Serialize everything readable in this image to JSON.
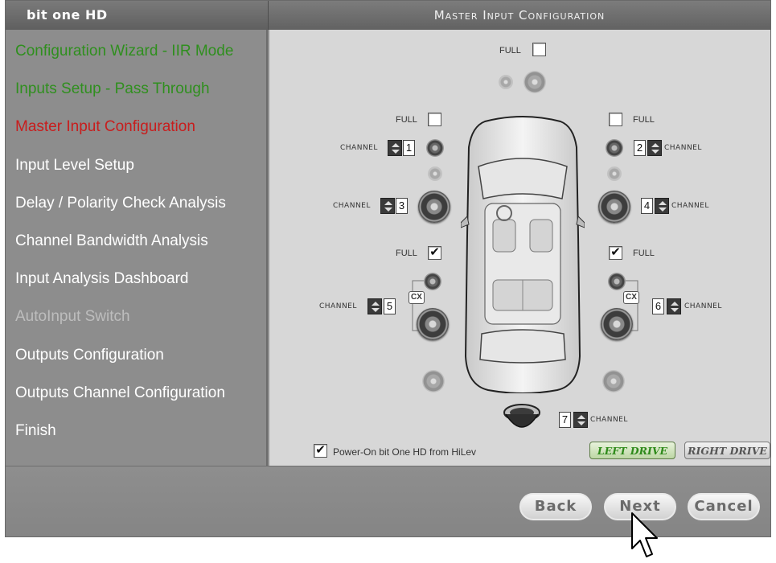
{
  "app": {
    "brand": "bit one HD",
    "title": "Master Input Configuration"
  },
  "sidebar": {
    "items": [
      {
        "label": "Configuration Wizard - IIR Mode",
        "state": "done"
      },
      {
        "label": "Inputs Setup - Pass Through",
        "state": "done"
      },
      {
        "label": "Master Input Configuration",
        "state": "current"
      },
      {
        "label": "Input Level Setup",
        "state": "normal"
      },
      {
        "label": "Delay / Polarity Check Analysis",
        "state": "normal"
      },
      {
        "label": "Channel Bandwidth Analysis",
        "state": "normal"
      },
      {
        "label": "Input Analysis Dashboard",
        "state": "normal"
      },
      {
        "label": "AutoInput Switch",
        "state": "disabled"
      },
      {
        "label": "Outputs Configuration",
        "state": "normal"
      },
      {
        "label": "Outputs Channel Configuration",
        "state": "normal"
      },
      {
        "label": "Finish",
        "state": "normal"
      }
    ]
  },
  "config": {
    "full_label": "FULL",
    "channel_label": "CHANNEL",
    "cx_label": "CX",
    "center_full_checked": false,
    "front_left_full_checked": false,
    "front_right_full_checked": false,
    "rear_left_full_checked": true,
    "rear_right_full_checked": true,
    "channels": {
      "ch1": "1",
      "ch2": "2",
      "ch3": "3",
      "ch4": "4",
      "ch5": "5",
      "ch6": "6",
      "ch7": "7"
    },
    "checkmark": "✔",
    "power_on_label": "Power-On bit One HD from HiLev",
    "power_on_checked": true,
    "left_drive_label": "LEFT DRIVE",
    "right_drive_label": "RIGHT DRIVE",
    "selected_drive": "left"
  },
  "buttons": {
    "back": "Back",
    "next": "Next",
    "cancel": "Cancel"
  },
  "colors": {
    "done": "#2f8f1e",
    "current": "#c81d1d",
    "disabled": "#bdbdbd",
    "normal": "#ffffff"
  }
}
